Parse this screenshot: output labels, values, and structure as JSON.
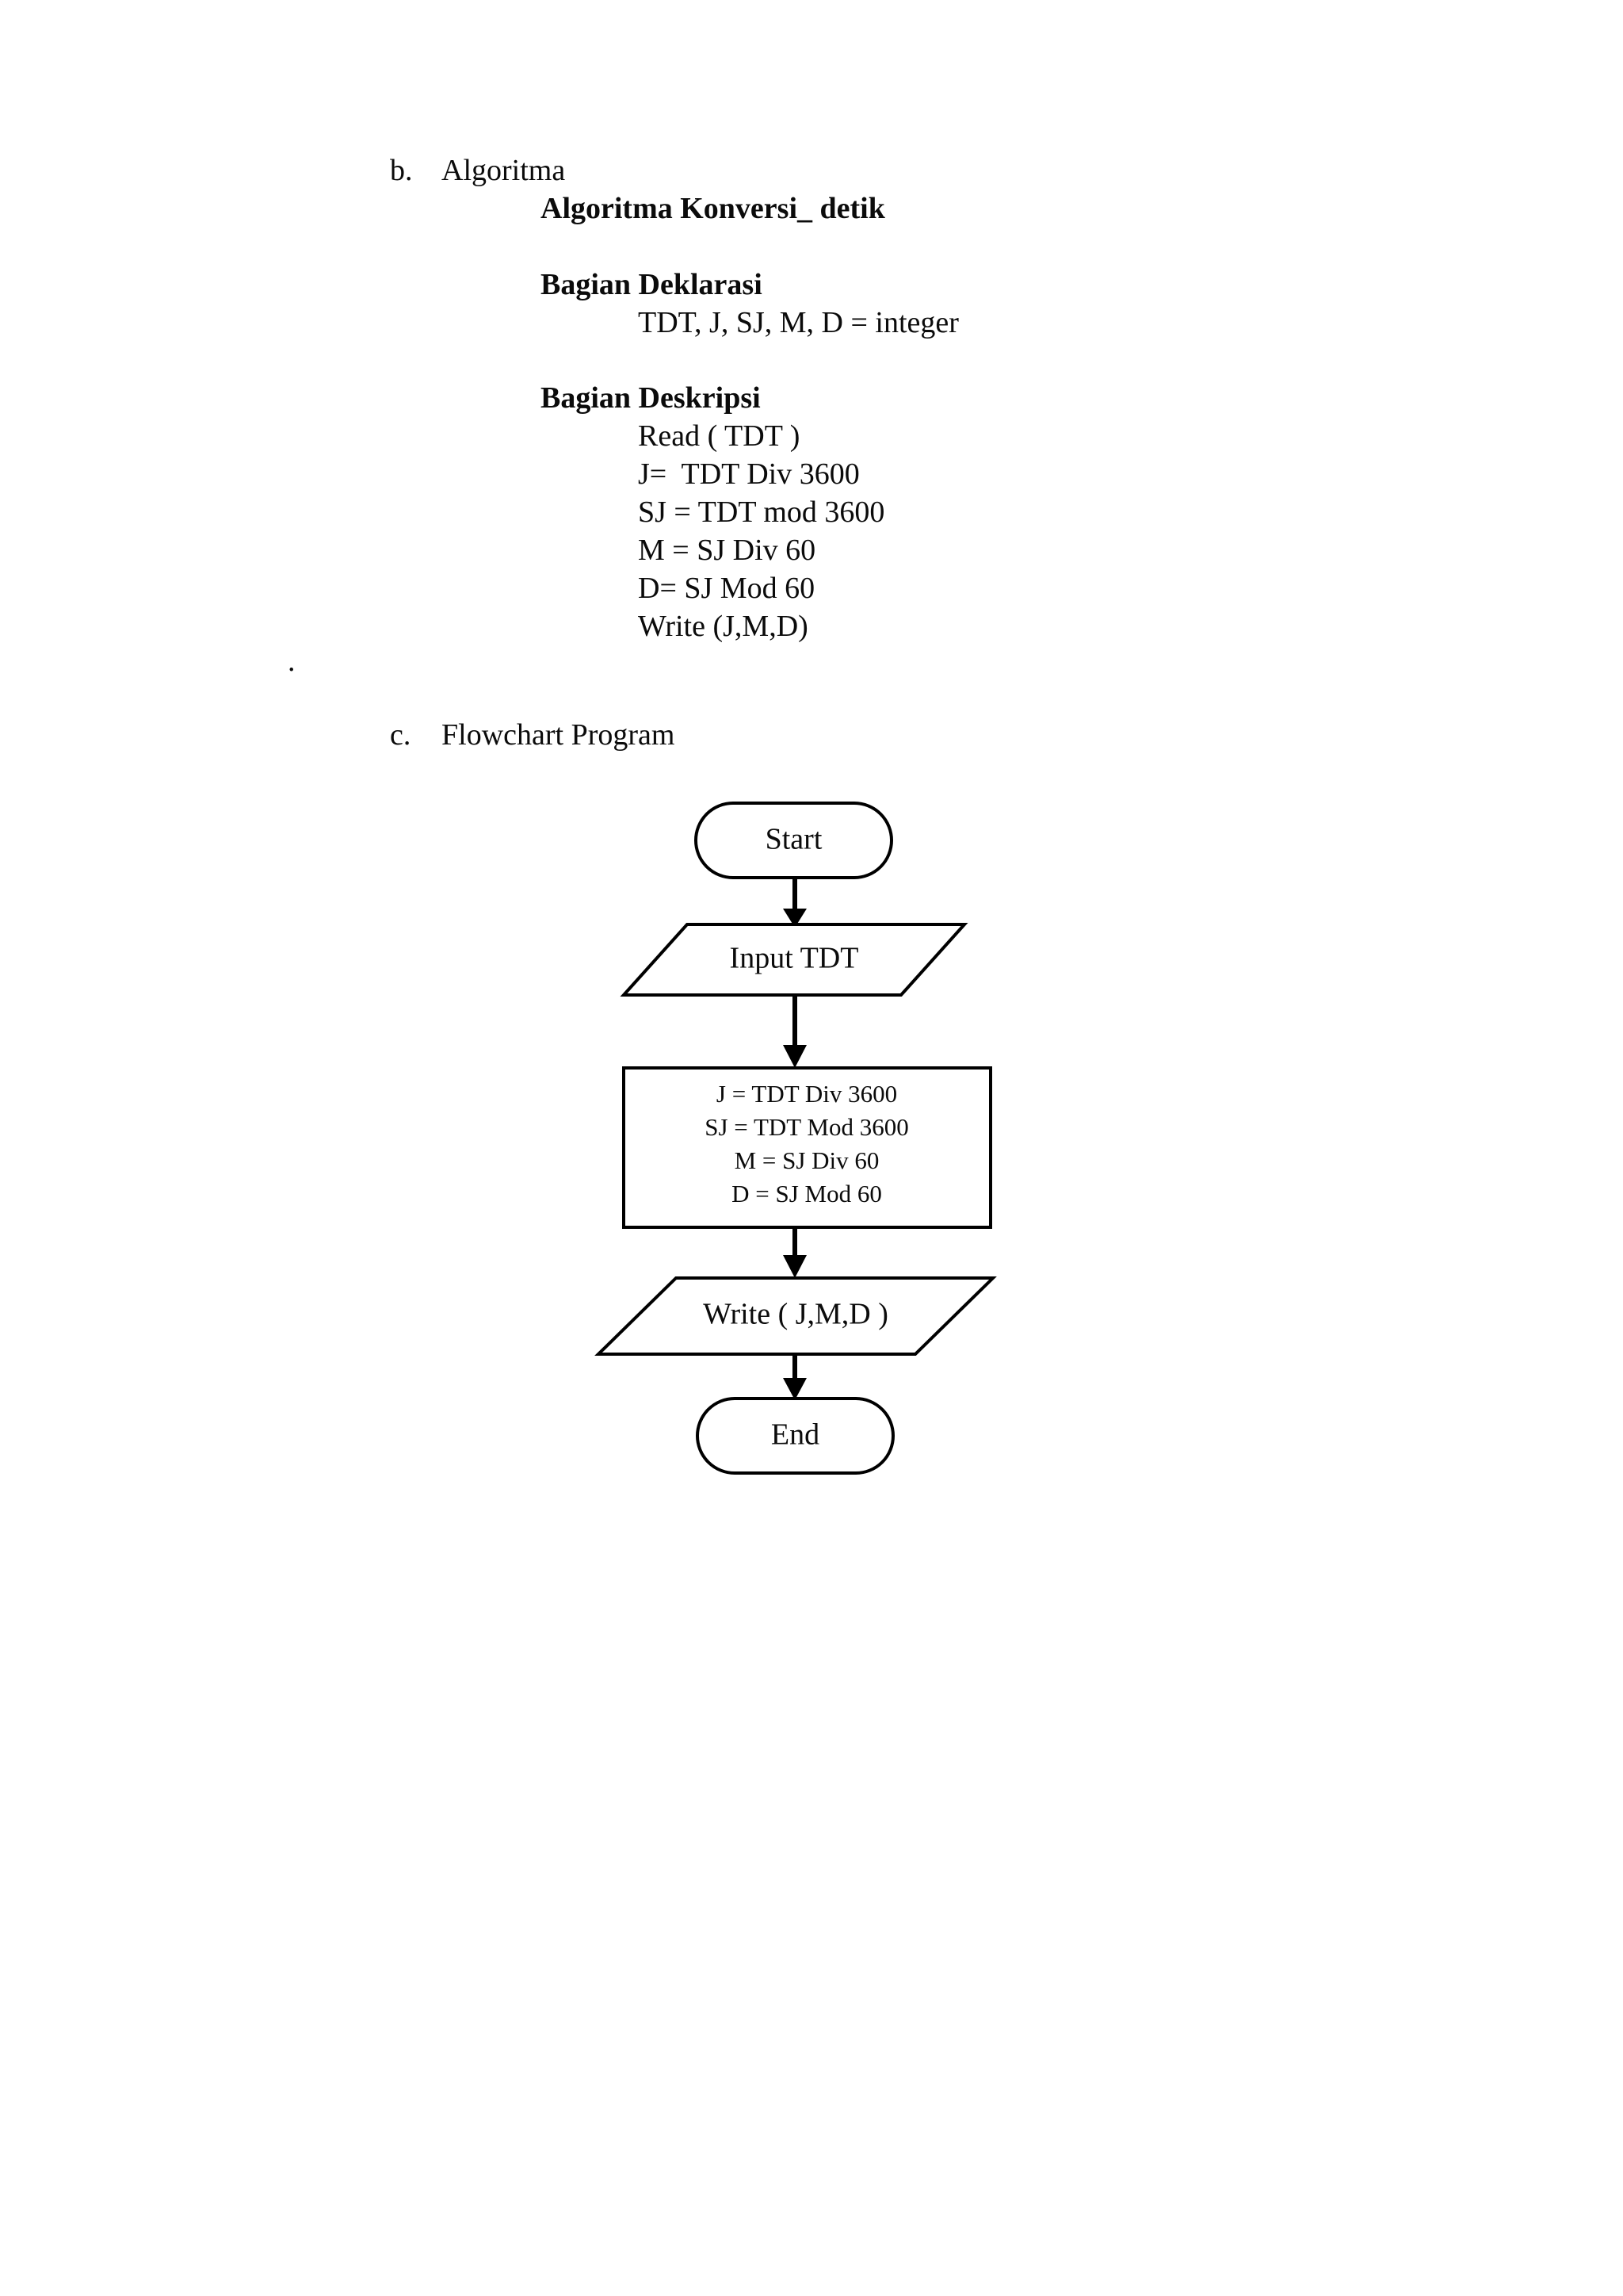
{
  "document": {
    "sections": [
      {
        "marker": "b.",
        "label": "Algoritma"
      },
      {
        "marker": "c.",
        "label": "Flowchart Program"
      }
    ],
    "algorithm": {
      "title": "Algoritma Konversi_ detik",
      "declaration_heading": "Bagian Deklarasi",
      "declaration_lines": [
        "TDT, J, SJ, M, D = integer"
      ],
      "description_heading": "Bagian Deskripsi",
      "description_lines": [
        "Read ( TDT )",
        "J=  TDT Div 3600",
        "SJ = TDT mod 3600",
        "M = SJ Div 60",
        "D= SJ Mod 60",
        "Write (J,M,D)"
      ]
    },
    "stray_period": "."
  },
  "flowchart": {
    "nodes": [
      {
        "id": "start",
        "type": "terminator",
        "label": "Start"
      },
      {
        "id": "input",
        "type": "input-output",
        "label": "Input TDT"
      },
      {
        "id": "process",
        "type": "process",
        "lines": [
          "J = TDT Div 3600",
          "SJ = TDT Mod 3600",
          "M = SJ Div 60",
          "D = SJ Mod 60"
        ]
      },
      {
        "id": "output",
        "type": "input-output",
        "label": "Write ( J,M,D )"
      },
      {
        "id": "end",
        "type": "terminator",
        "label": "End"
      }
    ],
    "process_lines": {
      "l1": "J = TDT Div 3600",
      "l2": "SJ = TDT Mod 3600",
      "l3": "M = SJ Div 60",
      "l4": "D = SJ Mod 60"
    },
    "colors": {
      "stroke": "#000000",
      "fill": "#ffffff",
      "text": "#0b0b0b"
    }
  }
}
